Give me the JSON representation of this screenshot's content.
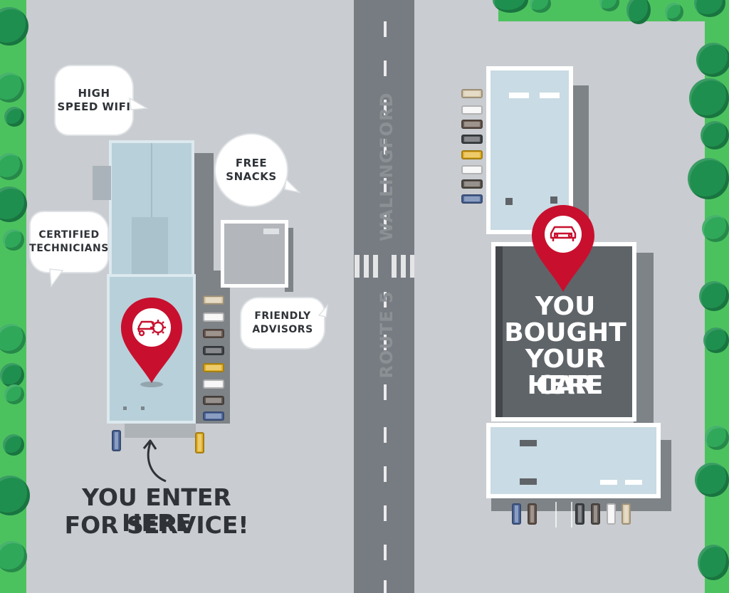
{
  "map": {
    "callouts": {
      "wifi": "HIGH\nSPEED WIFI",
      "snacks": "FREE\nSNACKS",
      "technicians": "CERTIFIED\nTECHNICIANS",
      "advisors": "FRIENDLY\nADVISORS"
    },
    "streets": {
      "wallingford": "WALLINGFORD",
      "route5": "ROUTE 5"
    },
    "service_entrance": {
      "line1": "YOU ENTER HERE",
      "line2": "FOR SERVICE!"
    },
    "sales_building": {
      "line1": "YOU",
      "line2": "BOUGHT",
      "line3": "YOUR CAR",
      "line4": "HERE"
    },
    "pins": {
      "service": {
        "icon": "car-service-gear-icon",
        "color": "#c8102e"
      },
      "sales": {
        "icon": "car-icon",
        "color": "#c8102e"
      }
    },
    "colors": {
      "grass": "#4cc25f",
      "tree": "#1f8f4f",
      "road": "#777c82",
      "parking": "#c9ccd0",
      "building_roof": "#c9dbe4",
      "showroom": "#5f6469",
      "pin_red": "#c8102e",
      "label_dark": "#2f3338"
    }
  }
}
